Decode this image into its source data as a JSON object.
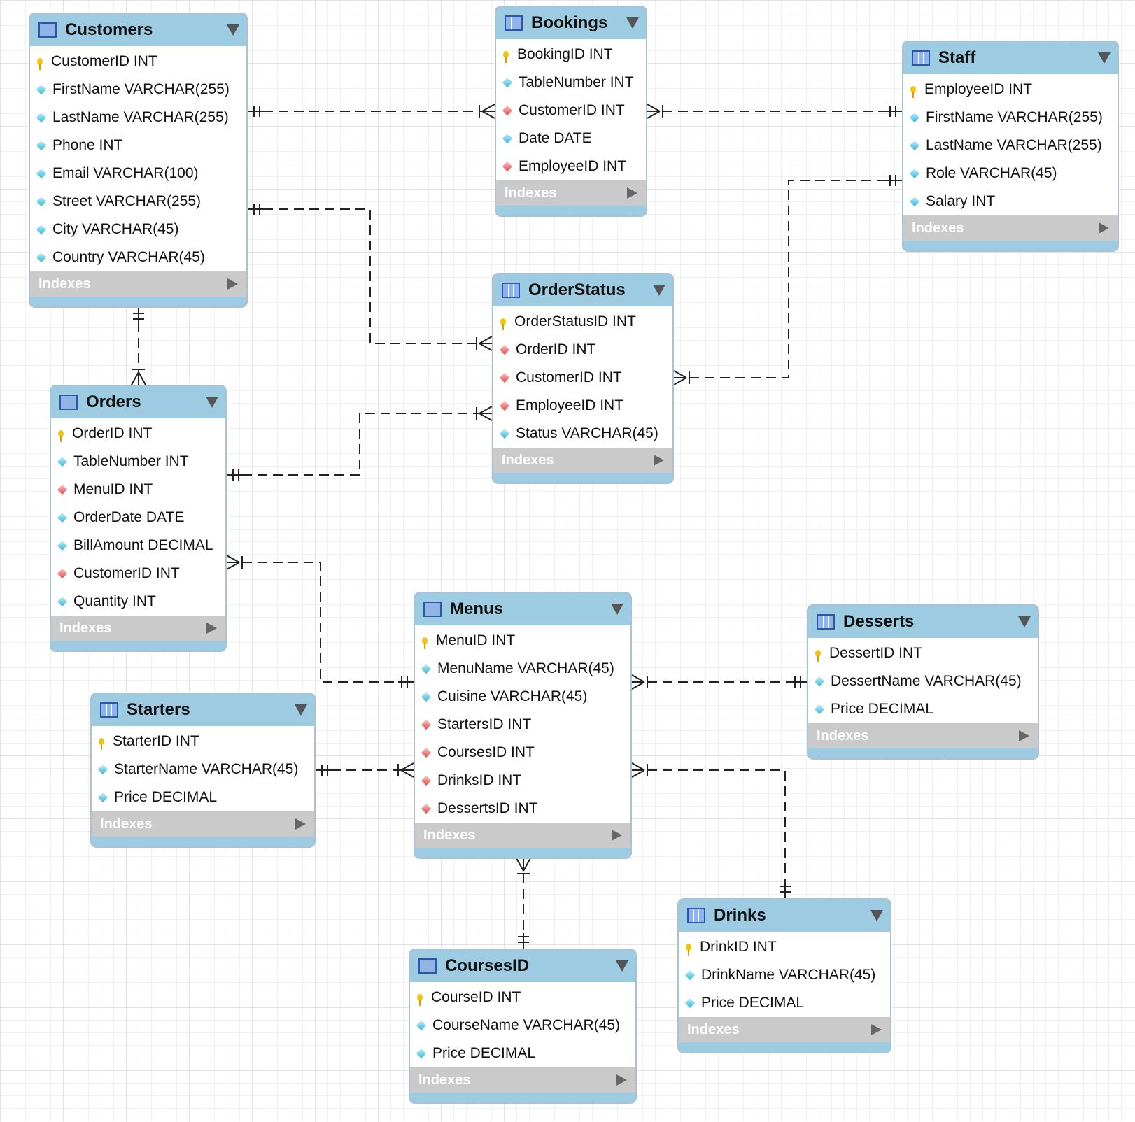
{
  "colors": {
    "header": "#9dcbe2",
    "indexes_bar": "#cacaca",
    "connector": "#222222",
    "primary_key": "#f1c40f",
    "column_marker": "#35b6d6",
    "foreign_key_marker": "#e04b4b"
  },
  "tables": {
    "customers": {
      "name": "Customers",
      "indexes": "Indexes",
      "columns": [
        {
          "text": "CustomerID INT",
          "kind": "pk"
        },
        {
          "text": "FirstName VARCHAR(255)",
          "kind": "col"
        },
        {
          "text": "LastName VARCHAR(255)",
          "kind": "col"
        },
        {
          "text": "Phone INT",
          "kind": "col"
        },
        {
          "text": "Email VARCHAR(100)",
          "kind": "col"
        },
        {
          "text": "Street VARCHAR(255)",
          "kind": "col"
        },
        {
          "text": "City VARCHAR(45)",
          "kind": "col"
        },
        {
          "text": "Country VARCHAR(45)",
          "kind": "col"
        }
      ]
    },
    "bookings": {
      "name": "Bookings",
      "indexes": "Indexes",
      "columns": [
        {
          "text": "BookingID INT",
          "kind": "pk"
        },
        {
          "text": "TableNumber INT",
          "kind": "col"
        },
        {
          "text": "CustomerID INT",
          "kind": "fk"
        },
        {
          "text": "Date DATE",
          "kind": "col"
        },
        {
          "text": "EmployeeID INT",
          "kind": "fk"
        }
      ]
    },
    "staff": {
      "name": "Staff",
      "indexes": "Indexes",
      "columns": [
        {
          "text": "EmployeeID INT",
          "kind": "pk"
        },
        {
          "text": "FirstName VARCHAR(255)",
          "kind": "col"
        },
        {
          "text": "LastName VARCHAR(255)",
          "kind": "col"
        },
        {
          "text": "Role VARCHAR(45)",
          "kind": "col"
        },
        {
          "text": "Salary INT",
          "kind": "col"
        }
      ]
    },
    "orderstatus": {
      "name": "OrderStatus",
      "indexes": "Indexes",
      "columns": [
        {
          "text": "OrderStatusID INT",
          "kind": "pk"
        },
        {
          "text": "OrderID INT",
          "kind": "fk"
        },
        {
          "text": "CustomerID INT",
          "kind": "fk"
        },
        {
          "text": "EmployeeID INT",
          "kind": "fk"
        },
        {
          "text": "Status VARCHAR(45)",
          "kind": "col"
        }
      ]
    },
    "orders": {
      "name": "Orders",
      "indexes": "Indexes",
      "columns": [
        {
          "text": "OrderID INT",
          "kind": "pk"
        },
        {
          "text": "TableNumber INT",
          "kind": "col"
        },
        {
          "text": "MenuID INT",
          "kind": "fk"
        },
        {
          "text": "OrderDate DATE",
          "kind": "col"
        },
        {
          "text": "BillAmount DECIMAL",
          "kind": "col"
        },
        {
          "text": "CustomerID INT",
          "kind": "fk"
        },
        {
          "text": "Quantity INT",
          "kind": "col"
        }
      ]
    },
    "menus": {
      "name": "Menus",
      "indexes": "Indexes",
      "columns": [
        {
          "text": "MenuID INT",
          "kind": "pk"
        },
        {
          "text": "MenuName VARCHAR(45)",
          "kind": "col"
        },
        {
          "text": "Cuisine VARCHAR(45)",
          "kind": "col"
        },
        {
          "text": "StartersID INT",
          "kind": "fk"
        },
        {
          "text": "CoursesID INT",
          "kind": "fk"
        },
        {
          "text": "DrinksID INT",
          "kind": "fk"
        },
        {
          "text": "DessertsID INT",
          "kind": "fk"
        }
      ]
    },
    "desserts": {
      "name": "Desserts",
      "indexes": "Indexes",
      "columns": [
        {
          "text": "DessertID INT",
          "kind": "pk"
        },
        {
          "text": "DessertName VARCHAR(45)",
          "kind": "col"
        },
        {
          "text": "Price DECIMAL",
          "kind": "col"
        }
      ]
    },
    "starters": {
      "name": "Starters",
      "indexes": "Indexes",
      "columns": [
        {
          "text": "StarterID INT",
          "kind": "pk"
        },
        {
          "text": "StarterName VARCHAR(45)",
          "kind": "col"
        },
        {
          "text": "Price DECIMAL",
          "kind": "col"
        }
      ]
    },
    "drinks": {
      "name": "Drinks",
      "indexes": "Indexes",
      "columns": [
        {
          "text": "DrinkID INT",
          "kind": "pk"
        },
        {
          "text": "DrinkName VARCHAR(45)",
          "kind": "col"
        },
        {
          "text": "Price DECIMAL",
          "kind": "col"
        }
      ]
    },
    "coursesid": {
      "name": "CoursesID",
      "indexes": "Indexes",
      "columns": [
        {
          "text": "CourseID INT",
          "kind": "pk"
        },
        {
          "text": "CourseName VARCHAR(45)",
          "kind": "col"
        },
        {
          "text": "Price DECIMAL",
          "kind": "col"
        }
      ]
    }
  },
  "relationships": [
    {
      "from": "Customers",
      "to": "Bookings",
      "from_end": "one",
      "to_end": "many"
    },
    {
      "from": "Customers",
      "to": "OrderStatus",
      "from_end": "one",
      "to_end": "many"
    },
    {
      "from": "Customers",
      "to": "Orders",
      "from_end": "one",
      "to_end": "many"
    },
    {
      "from": "Staff",
      "to": "Bookings",
      "from_end": "one",
      "to_end": "many"
    },
    {
      "from": "Staff",
      "to": "OrderStatus",
      "from_end": "one",
      "to_end": "many"
    },
    {
      "from": "Orders",
      "to": "OrderStatus",
      "from_end": "one",
      "to_end": "many"
    },
    {
      "from": "Menus",
      "to": "Orders",
      "from_end": "one",
      "to_end": "many"
    },
    {
      "from": "Desserts",
      "to": "Menus",
      "from_end": "one",
      "to_end": "many"
    },
    {
      "from": "Starters",
      "to": "Menus",
      "from_end": "one",
      "to_end": "many"
    },
    {
      "from": "Drinks",
      "to": "Menus",
      "from_end": "one",
      "to_end": "many"
    },
    {
      "from": "CoursesID",
      "to": "Menus",
      "from_end": "one",
      "to_end": "many"
    }
  ]
}
